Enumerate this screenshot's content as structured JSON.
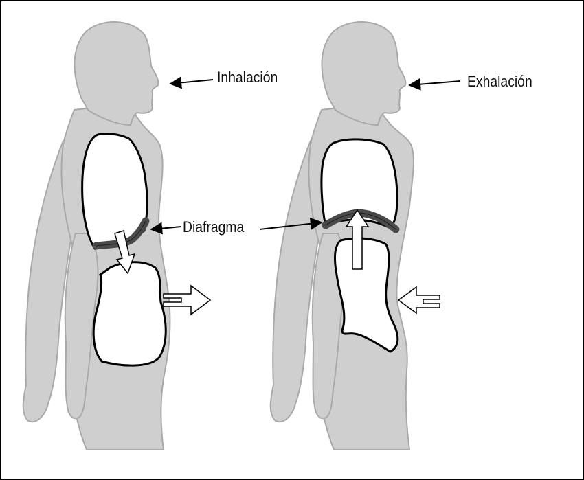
{
  "labels": {
    "inhalation": "Inhalación",
    "exhalation": "Exhalación",
    "diaphragm": "Diafragma"
  },
  "colors": {
    "figure_fill": "#cfcfcf",
    "figure_outline": "#a9a9a9",
    "organ_fill": "#ffffff",
    "organ_stroke": "#000000",
    "diaphragm": "#4a4a4a",
    "frame": "#000000"
  }
}
